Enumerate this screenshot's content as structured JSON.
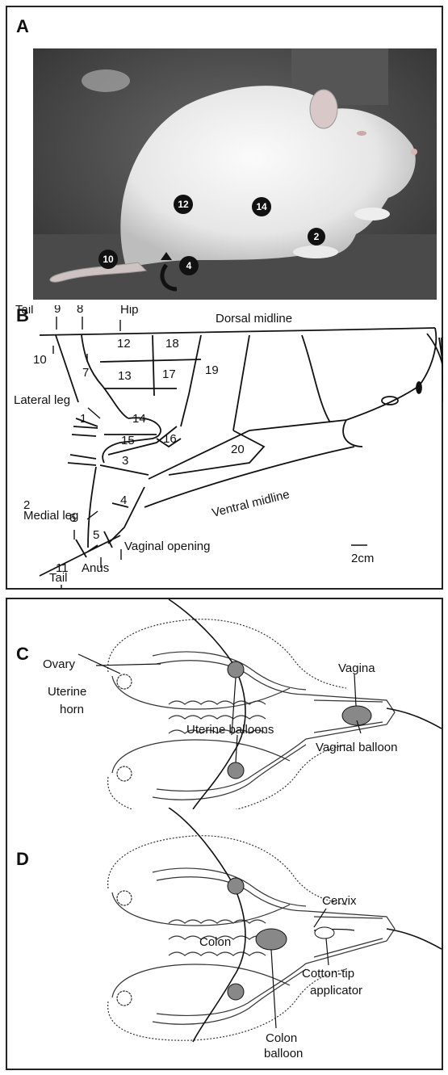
{
  "panels": {
    "A": {
      "letter": "A",
      "spot_labels": [
        "12",
        "14",
        "2",
        "10",
        "4"
      ]
    },
    "B": {
      "letter": "B",
      "labels": {
        "tail_top": "Tail",
        "hip": "Hip",
        "dorsal_midline": "Dorsal midline",
        "lateral_leg": "Lateral leg",
        "medial_leg": "Medial leg",
        "ventral_midline": "Ventral midline",
        "vaginal_opening": "Vaginal opening",
        "anus": "Anus",
        "tail_bottom": "Tail",
        "scale": "2cm"
      },
      "regions": [
        "1",
        "2",
        "3",
        "4",
        "5",
        "6",
        "7",
        "8",
        "9",
        "10",
        "11",
        "12",
        "13",
        "14",
        "15",
        "16",
        "17",
        "18",
        "19",
        "20"
      ]
    },
    "C": {
      "letter": "C",
      "labels": {
        "vagina": "Vagina",
        "ovary": "Ovary",
        "uterine_horn_1": "Uterine",
        "uterine_horn_2": "horn",
        "uterine_balloons": "Uterine balloons",
        "vaginal_balloon": "Vaginal balloon"
      }
    },
    "D": {
      "letter": "D",
      "labels": {
        "cervix": "Cervix",
        "colon": "Colon",
        "cotton_tip_1": "Cotton-tip",
        "cotton_tip_2": "applicator",
        "colon_balloon_1": "Colon",
        "colon_balloon_2": "balloon"
      }
    }
  }
}
